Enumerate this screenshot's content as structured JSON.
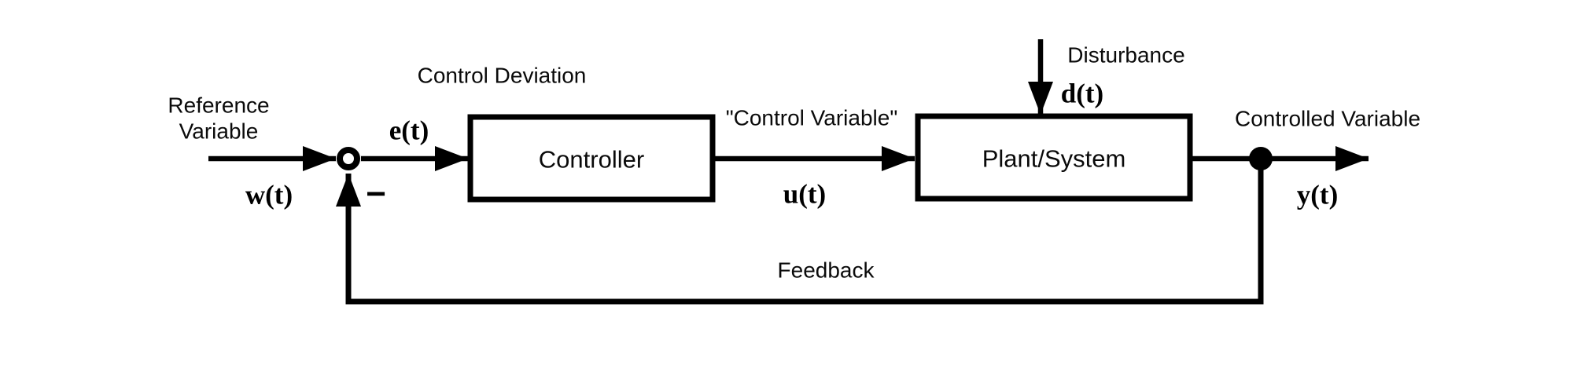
{
  "diagram": {
    "colors": {
      "line": "#000000",
      "text": "#0a0a0a",
      "box_fill": "#ffffff",
      "background": "#ffffff"
    },
    "blocks": {
      "controller": "Controller",
      "plant": "Plant/System"
    },
    "signals": {
      "reference": "w(t)",
      "error": "e(t)",
      "control": "u(t)",
      "disturbance": "d(t)",
      "output": "y(t)"
    },
    "labels": {
      "reference_line1": "Reference",
      "reference_line2": "Variable",
      "control_deviation": "Control Deviation",
      "control_variable": "\"Control Variable\"",
      "disturbance": "Disturbance",
      "controlled_variable": "Controlled Variable",
      "feedback": "Feedback",
      "minus": "−"
    }
  }
}
